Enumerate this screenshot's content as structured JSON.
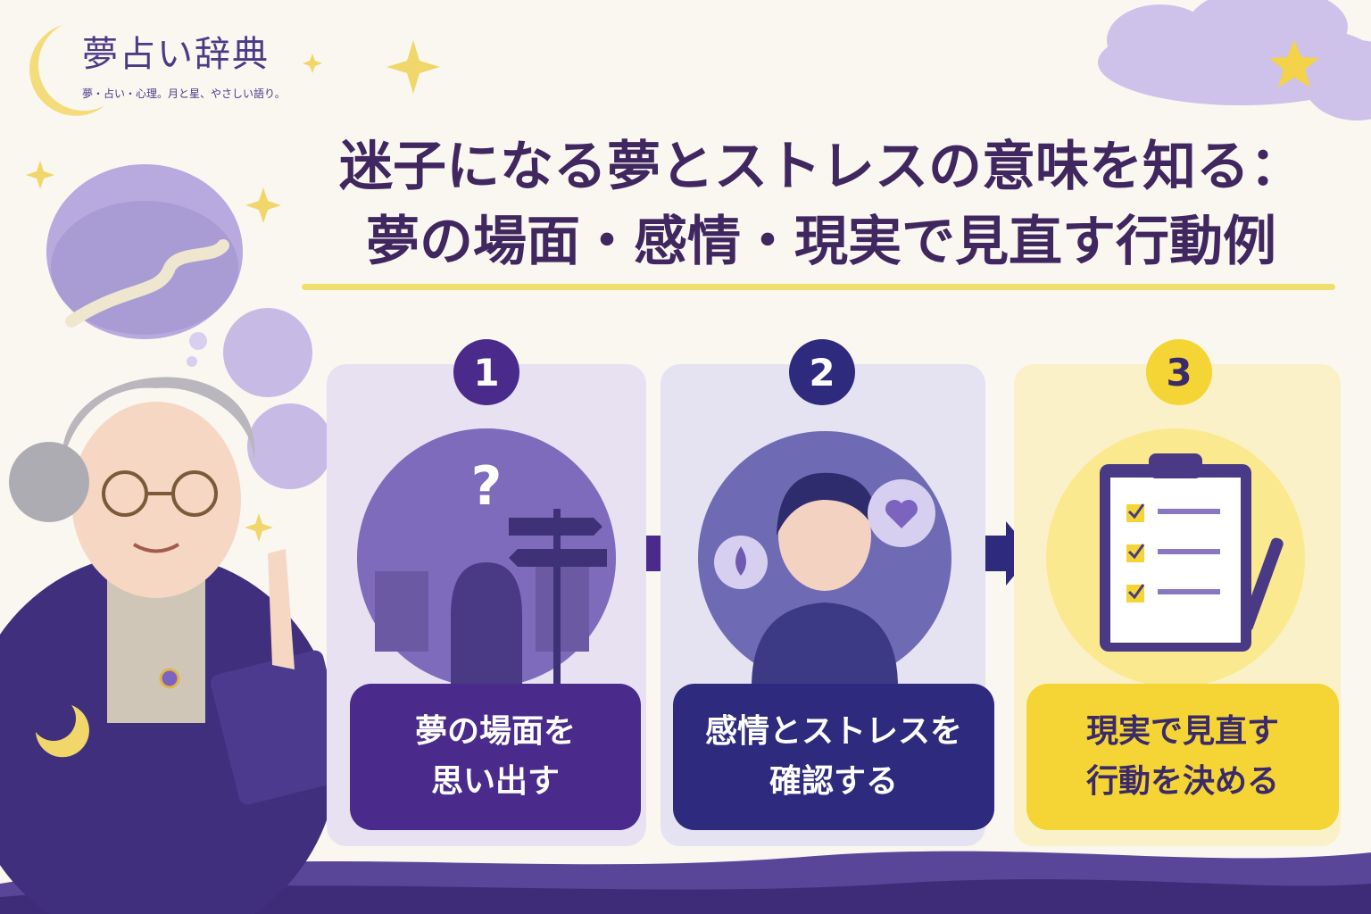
{
  "site": {
    "title": "夢占い辞典",
    "tagline": "夢・占い・心理。月と星、やさしい語り。"
  },
  "headline": {
    "line1": "迷子になる夢とストレスの意味を知る：",
    "line2": "夢の場面・感情・現実で見直す行動例"
  },
  "steps": [
    {
      "number": "1",
      "line1": "夢の場面を",
      "line2": "思い出す",
      "color": "#4a2b8c"
    },
    {
      "number": "2",
      "line1": "感情とストレスを",
      "line2": "確認する",
      "color": "#2e2a7e"
    },
    {
      "number": "3",
      "line1": "現実で見直す",
      "line2": "行動を決める",
      "color": "#f5d535"
    }
  ],
  "icons": {
    "character": "fortune-teller-illustration",
    "thought_1": "question-mark-path-icon",
    "thought_2": "heart-icon",
    "thought_3": "tangled-thread-icon",
    "step1": "lost-person-signpost-icon",
    "step2": "person-hand-on-chest-icon",
    "step3": "checklist-clipboard-icon",
    "arrow": "arrow-right-icon"
  },
  "colors": {
    "accent_purple": "#4a2b8c",
    "accent_navy": "#2e2a7e",
    "accent_yellow": "#f5d535",
    "title_text": "#40275f"
  }
}
